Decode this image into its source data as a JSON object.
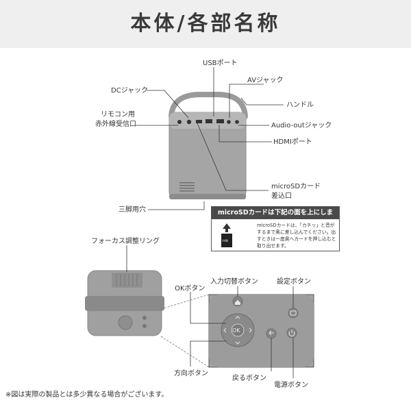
{
  "header": {
    "title": "本体/各部名称"
  },
  "labels": {
    "usb_port": "USBポート",
    "av_jack": "AVジャック",
    "dc_jack": "DCジャック",
    "handle": "ハンドル",
    "remote_ir_line1": "リモコン用",
    "remote_ir_line2": "赤外線受信口",
    "audio_out": "Audio-outジャック",
    "hdmi_port": "HDMIポート",
    "microsd_line1": "microSDカード",
    "microsd_line2": "差込口",
    "tripod_hole": "三脚用穴",
    "focus_ring": "フォーカス調整リング",
    "input_switch": "入力切替ボタン",
    "settings_button": "設定ボタン",
    "ok_button": "OKボタン",
    "direction_button": "方向ボタン",
    "back_button": "戻るボタン",
    "power_button": "電源ボタン"
  },
  "notice": {
    "title": "microSDカードは下記の面を上にします。",
    "body": "microSDカードは、「カチッ」と音がするまで奥に差し込んでください。出すときは一度奥へカードを押し込むと取り出せます。",
    "card_text": "mb"
  },
  "keypad": {
    "ok": "OK"
  },
  "footnote": "※図は実際の製品とは多少異なる場合がございます。",
  "colors": {
    "body_gray": "#9e9e9e",
    "body_dark": "#7a7a7a",
    "header_bg": "#efefef"
  }
}
